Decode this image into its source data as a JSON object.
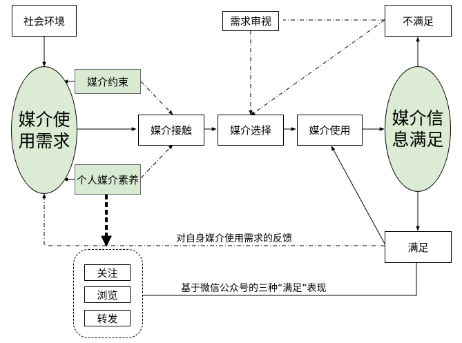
{
  "nodes": {
    "social_env": "社会环境",
    "need_review": "需求审视",
    "unsatisfied": "不满足",
    "media_constraint": "媒介约束",
    "personal_literacy": "个人媒介素养",
    "media_contact": "媒介接触",
    "media_choice": "媒介选择",
    "media_use": "媒介使用",
    "satisfied": "满足",
    "media_need": "媒介使用需求",
    "media_satisfaction": "媒介信息满足"
  },
  "actions": {
    "follow": "关注",
    "browse": "浏览",
    "forward": "转发"
  },
  "labels": {
    "feedback": "对自身媒介使用需求的反馈",
    "three_satisfactions": "基于微信公众号的三种“满足”表现"
  },
  "colors": {
    "oval_fill": "#dcebd3",
    "green_box_fill": "#d9ead3",
    "line": "#000000"
  }
}
